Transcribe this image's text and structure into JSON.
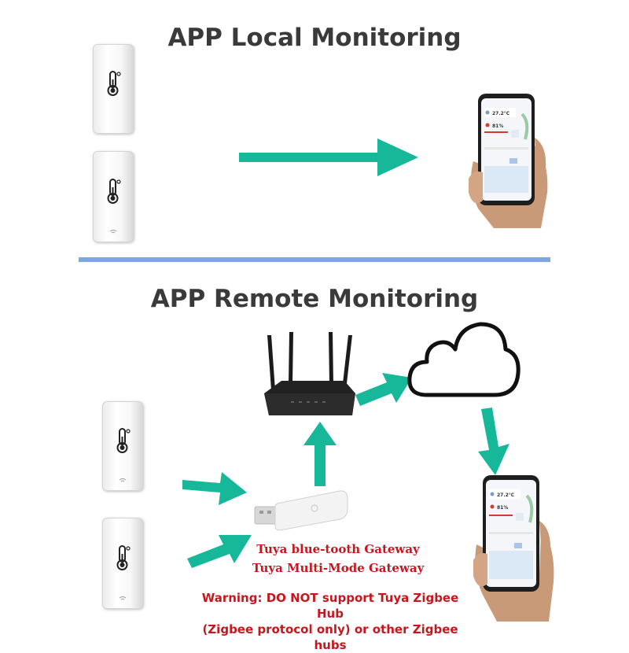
{
  "sections": {
    "local_title": "APP Local  Monitoring",
    "remote_title": "APP Remote Monitoring"
  },
  "gateway": {
    "line1": "Tuya blue-tooth Gateway",
    "line2": "Tuya Multi-Mode Gateway"
  },
  "warning": {
    "line1": "Warning: DO NOT support Tuya Zigbee Hub",
    "line2": "(Zigbee protocol only) or other Zigbee hubs"
  },
  "phone_screen": {
    "temperature": "27.2°C",
    "humidity": "81%"
  },
  "colors": {
    "arrow": "#17b89a",
    "divider": "#7fa7dc",
    "warning_text": "#c8161d",
    "title_text": "#3a3a3a"
  },
  "icons": [
    "thermometer-icon",
    "wifi-icon",
    "router-icon",
    "cloud-icon",
    "usb-gateway-icon",
    "phone-icon",
    "arrow-icon"
  ]
}
